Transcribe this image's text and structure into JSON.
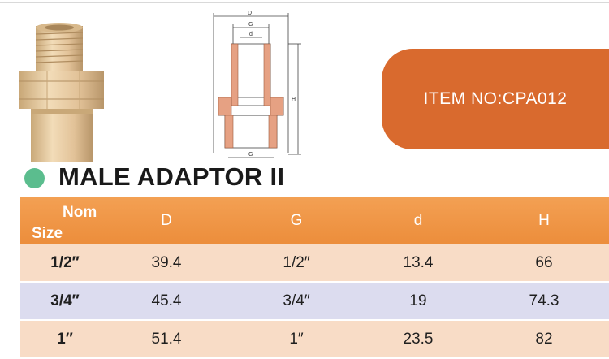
{
  "item_badge": {
    "text": "ITEM NO:CPA012",
    "color": "#d96a2e"
  },
  "title": "MALE ADAPTOR II",
  "drawing_labels": {
    "D": "D",
    "G": "G",
    "d": "d",
    "H": "H",
    "G_bottom": "G"
  },
  "table": {
    "header": {
      "nom": "Nom",
      "size": "Size",
      "D": "D",
      "G": "G",
      "d": "d",
      "H": "H"
    },
    "rows": [
      {
        "size": "1/2″",
        "D": "39.4",
        "G": "1/2″",
        "d": "13.4",
        "H": "66"
      },
      {
        "size": "3/4″",
        "D": "45.4",
        "G": "3/4″",
        "d": "19",
        "H": "74.3"
      },
      {
        "size": "1″",
        "D": "51.4",
        "G": "1″",
        "d": "23.5",
        "H": "82"
      }
    ]
  },
  "colors": {
    "header_orange": "#ec8d3b",
    "row_peach": "#f8dcc6",
    "row_lavender": "#dcdcef",
    "title_dot_green": "#5bbd8e"
  }
}
